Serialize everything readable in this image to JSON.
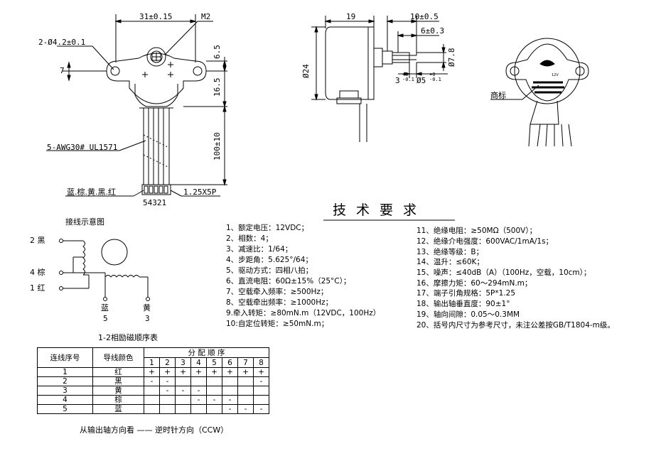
{
  "top_view": {
    "dim_31": "31±0.15",
    "dim_m2": "M2",
    "dim_hole": "2-Ø4.2±0.1",
    "dim_7": "7",
    "dim_6_5": "6.5",
    "dim_16_5": "16.5",
    "dim_100": "100±10",
    "wire_spec": "5-AWG30# UL1571",
    "wire_colors": "蓝.棕.黄.黑.红",
    "pins": "54321",
    "connector": "1.25X5P"
  },
  "side_view": {
    "dim_19": "19",
    "dim_10": "10±0.5",
    "dim_6": "6±0.3",
    "dim_24": "Ø24",
    "dim_7_8": "Ø7.8",
    "dim_3": "3",
    "dim_3_tol": "+0 -0.1",
    "dim_5": "Ø5",
    "dim_5_tol": "+0 -0.1"
  },
  "front_view": {
    "trademark": "商标",
    "label_v": "12V"
  },
  "wiring": {
    "title": "接线示意图",
    "w2": "2 黑",
    "w4": "4 棕",
    "w1": "1 红",
    "blue": "蓝",
    "blue_n": "5",
    "yellow": "黄",
    "yellow_n": "3"
  },
  "tech_title": "技术要求",
  "specs_left": [
    "1、额定电压：12VDC；",
    "2、相数：4；",
    "3、减速比：1/64；",
    "4、步距角：5.625°/64；",
    "5、驱动方式：四相八拍；",
    "6、直流电阻：60Ω±15%（25°C）；",
    "7、空载牵入频率：≥500Hz；",
    "8、空载牵出频率：≥1000Hz；",
    "9.牵入转矩：≥80mN.m（12VDC，100Hz）",
    "10:自定位转矩：≥50mN.m；"
  ],
  "specs_right": [
    "11、绝缘电阻：≥50MΩ（500V）；",
    "12、绝缘介电强度：600VAC/1mA/1s；",
    "13、绝缘等级：B；",
    "14、温升：≤60K；",
    "15、噪声：≤40dB（A）（100Hz，空载，10cm）；",
    "16、摩擦力矩：60～294mN.m；",
    "17、端子引角规格：5P*1.25",
    "18、输出轴垂直度：90±1°",
    "19、轴向间隙：0.05～0.3MM",
    "20、括号内尺寸为参考尺寸，未注公差按GB/T1804-m级。"
  ],
  "table": {
    "title": "1-2相励磁顺序表",
    "col_seq": "连线序号",
    "col_color": "导线颜色",
    "col_order": "分 配 顺 序",
    "steps": [
      "1",
      "2",
      "3",
      "4",
      "5",
      "6",
      "7",
      "8"
    ],
    "rows": [
      {
        "n": "1",
        "color": "红",
        "cells": [
          "+",
          "+",
          "+",
          "+",
          "+",
          "+",
          "+",
          "+"
        ]
      },
      {
        "n": "2",
        "color": "黑",
        "cells": [
          "-",
          "-",
          "",
          "",
          "",
          "",
          "",
          "-"
        ]
      },
      {
        "n": "3",
        "color": "黄",
        "cells": [
          "",
          "-",
          "-",
          "-",
          "",
          "",
          "",
          ""
        ]
      },
      {
        "n": "4",
        "color": "棕",
        "cells": [
          "",
          "",
          "",
          "-",
          "-",
          "-",
          "",
          ""
        ]
      },
      {
        "n": "5",
        "color": "蓝",
        "cells": [
          "",
          "",
          "",
          "",
          "",
          "-",
          "-",
          "-"
        ]
      }
    ],
    "footnote": "从输出轴方向看 —— 逆时针方向（CCW）"
  }
}
